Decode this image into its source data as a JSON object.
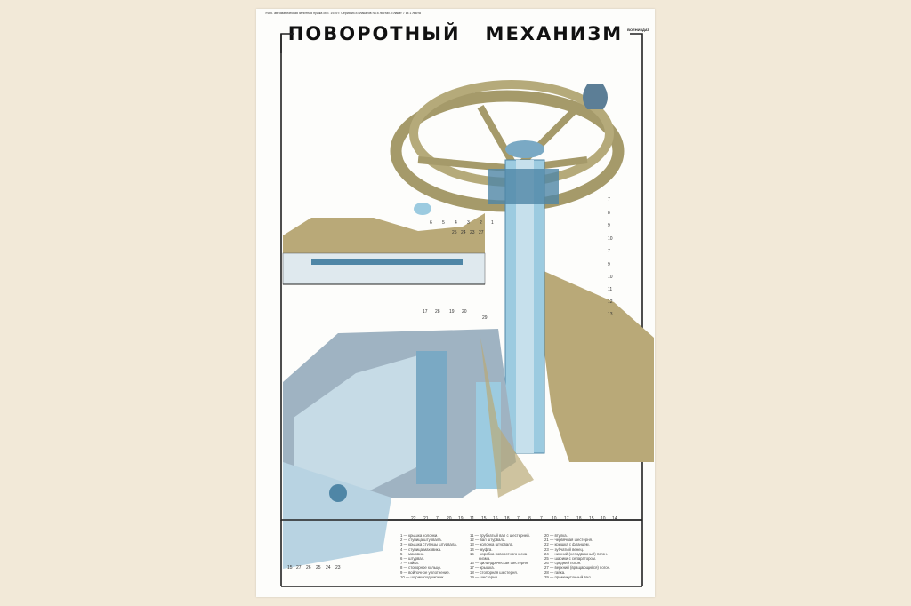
{
  "poster": {
    "header_note": "Учеб. автоматическая зенитная пушка обр. 1939 г. Серия из 8 плакатов на 8 листах. Плакат 7 из 1 листа",
    "publisher": "ВОЕНИЗДАТ",
    "title_word1": "ПОВОРОТНЫЙ",
    "title_word2": "МЕХАНИЗМ"
  },
  "callouts": {
    "top": [
      "6",
      "5",
      "4",
      "3",
      "2",
      "1"
    ],
    "inset": [
      "25",
      "24",
      "23",
      "27"
    ],
    "right": [
      "7",
      "8",
      "9",
      "10",
      "7",
      "9",
      "10",
      "11",
      "12",
      "13"
    ],
    "mid": [
      "17",
      "28",
      "19",
      "20",
      "29"
    ],
    "bottom": [
      "22",
      "21",
      "7",
      "20",
      "19",
      "11",
      "15",
      "16",
      "18",
      "7",
      "8",
      "7",
      "10",
      "17",
      "18",
      "15",
      "10",
      "14"
    ],
    "bottom_left": [
      "15",
      "27",
      "26",
      "25",
      "24",
      "23"
    ]
  },
  "legend": {
    "col1": [
      "1 — крышка колонки.",
      "2 — ступица штурвала.",
      "3 — крышка ступицы штурвала.",
      "4 — ступица маховика.",
      "5 — маховик.",
      "6 — штурвал.",
      "7 — гайка.",
      "8 — стопорное кольцо.",
      "9 — войлочное уплотнение.",
      "10 — шарикоподшипник."
    ],
    "col2": [
      "11 — трубчатый вал с шестерней.",
      "12 — вал штурвала.",
      "13 — колонка штурвала.",
      "14 — муфта.",
      "15 — коробка поворотного меха-",
      "низма.",
      "16 — цилиндрическая шестерня.",
      "17 — крышка.",
      "18 — стопорная шестерня.",
      "19 — шестерня."
    ],
    "col3": [
      "20 — втулка.",
      "21 — червячная шестерня.",
      "22 — крышка с фланцем.",
      "23 — зубчатый венец.",
      "24 — нижний (неподвижный) погон.",
      "25 — шарики с сепаратором.",
      "26 — средний погон.",
      "27 — верхний (вращающийся) погон.",
      "28 — гайка.",
      "29 — промежуточный вал."
    ]
  },
  "colors": {
    "background": "#f2e9d8",
    "wheel": "#a59a6a",
    "steel_blue": "#9ccbe0",
    "dark_blue": "#4f86a6",
    "khaki": "#b9a978"
  }
}
